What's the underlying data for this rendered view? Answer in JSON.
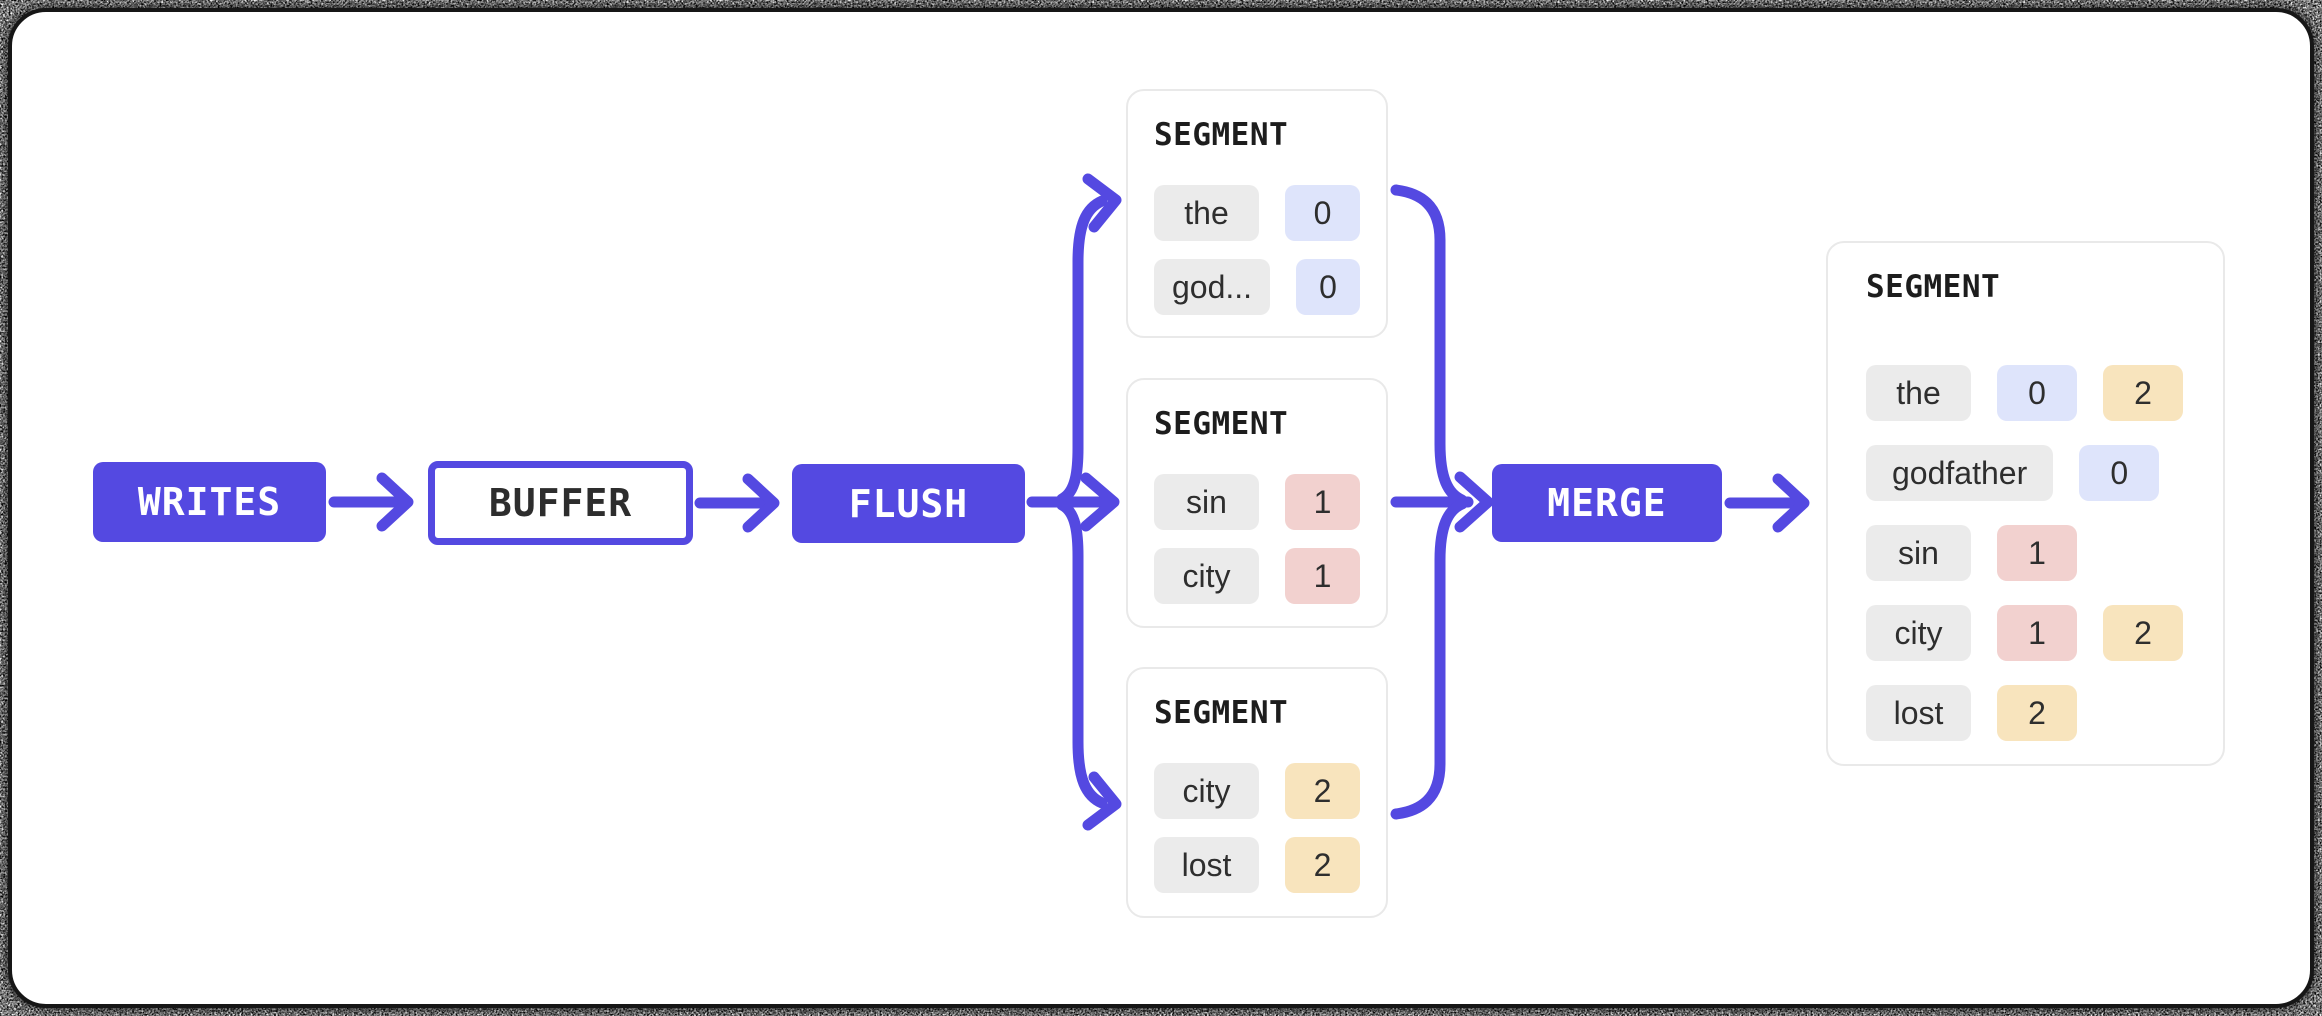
{
  "colors": {
    "accent": "#5449e1",
    "chip_gray": "#ebebeb",
    "chip_blue": "#dee4fb",
    "chip_pink": "#f2d1cf",
    "chip_yellow": "#f8e4bd",
    "panel_background": "#ffffff",
    "panel_edge": "#161616"
  },
  "nodes": {
    "writes": {
      "label": "WRITES"
    },
    "buffer": {
      "label": "BUFFER"
    },
    "flush": {
      "label": "FLUSH"
    },
    "merge": {
      "label": "MERGE"
    }
  },
  "segments": [
    {
      "title": "SEGMENT",
      "rows": [
        {
          "term": "the",
          "postings": [
            {
              "value": "0",
              "color": "blue"
            }
          ]
        },
        {
          "term": "god...",
          "postings": [
            {
              "value": "0",
              "color": "blue"
            }
          ]
        }
      ]
    },
    {
      "title": "SEGMENT",
      "rows": [
        {
          "term": "sin",
          "postings": [
            {
              "value": "1",
              "color": "pink"
            }
          ]
        },
        {
          "term": "city",
          "postings": [
            {
              "value": "1",
              "color": "pink"
            }
          ]
        }
      ]
    },
    {
      "title": "SEGMENT",
      "rows": [
        {
          "term": "city",
          "postings": [
            {
              "value": "2",
              "color": "yellow"
            }
          ]
        },
        {
          "term": "lost",
          "postings": [
            {
              "value": "2",
              "color": "yellow"
            }
          ]
        }
      ]
    }
  ],
  "merged_segment": {
    "title": "SEGMENT",
    "rows": [
      {
        "term": "the",
        "postings": [
          {
            "value": "0",
            "color": "blue"
          },
          {
            "value": "2",
            "color": "yellow"
          }
        ]
      },
      {
        "term": "godfather",
        "postings": [
          {
            "value": "0",
            "color": "blue"
          }
        ]
      },
      {
        "term": "sin",
        "postings": [
          {
            "value": "1",
            "color": "pink"
          }
        ]
      },
      {
        "term": "city",
        "postings": [
          {
            "value": "1",
            "color": "pink"
          },
          {
            "value": "2",
            "color": "yellow"
          }
        ]
      },
      {
        "term": "lost",
        "postings": [
          {
            "value": "2",
            "color": "yellow"
          }
        ]
      }
    ]
  }
}
